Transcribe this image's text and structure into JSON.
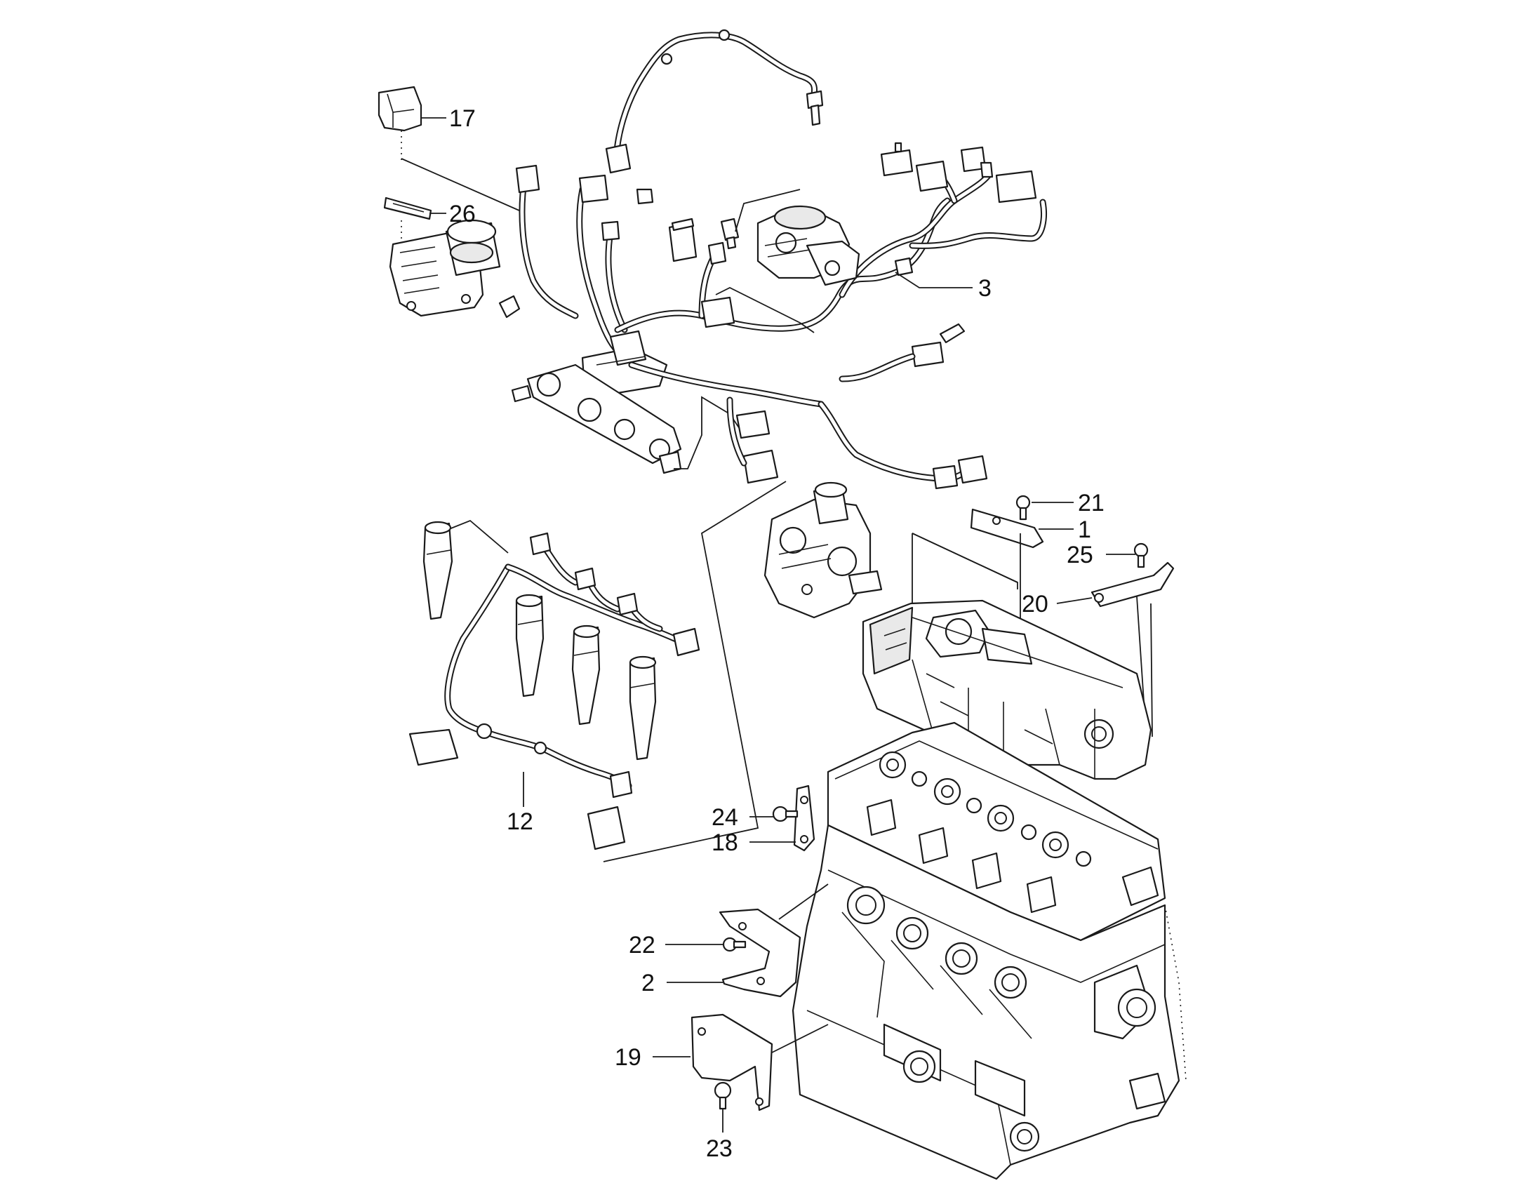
{
  "callouts": {
    "c1": "1",
    "c2": "2",
    "c3": "3",
    "c12": "12",
    "c17": "17",
    "c18": "18",
    "c19": "19",
    "c20": "20",
    "c21": "21",
    "c22": "22",
    "c23": "23",
    "c24": "24",
    "c25": "25",
    "c26": "26"
  }
}
